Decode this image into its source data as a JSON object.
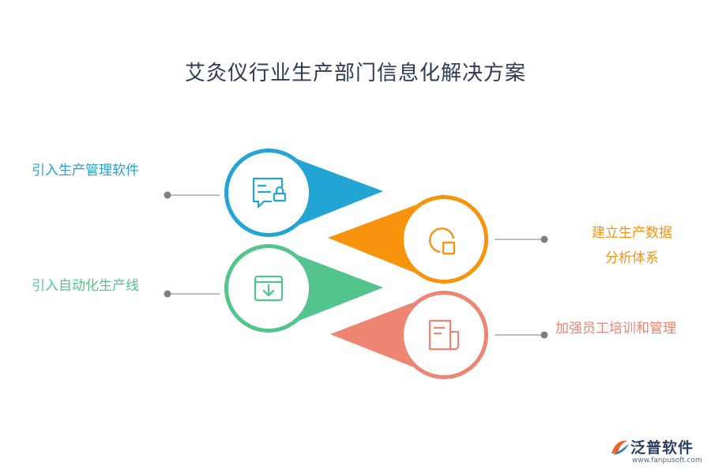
{
  "title": "艾灸仪行业生产部门信息化解决方案",
  "items": [
    {
      "label": "引入生产管理软件",
      "color": "#22a5d4",
      "icon": "chat-lock-icon"
    },
    {
      "label_line1": "建立生产数据",
      "label_line2": "分析体系",
      "color": "#f7930d",
      "icon": "chart-square-icon"
    },
    {
      "label": "引入自动化生产线",
      "color": "#52c48c",
      "icon": "download-box-icon"
    },
    {
      "label": "加强员工培训和管理",
      "color": "#ee8472",
      "icon": "document-icon"
    }
  ],
  "watermark": {
    "brand": "泛普软件",
    "url": "www.fanpusoft.com"
  },
  "colors": {
    "connector": "#7f7f7f",
    "title": "#2f3a55"
  }
}
